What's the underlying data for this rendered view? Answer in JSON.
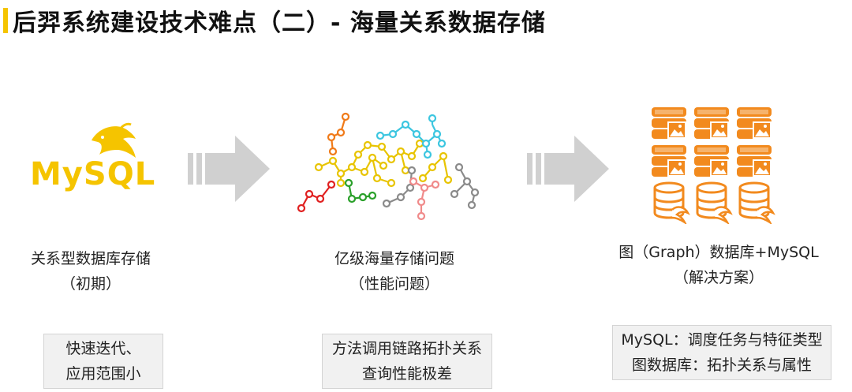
{
  "header": {
    "title": "后羿系统建设技术难点（二）- 海量关系数据存储",
    "accent_color": "#f5c400"
  },
  "colors": {
    "mysql_yellow": "#f5c400",
    "arrow_gray": "#d0d0d0",
    "db_orange": "#f28a1e",
    "box_bg": "#f1f1f1"
  },
  "stage1": {
    "logo_text": "MySQL",
    "caption_line1": "关系型数据库存储",
    "caption_line2": "（初期）",
    "box_line1": "快速迭代、",
    "box_line2": "应用范围小"
  },
  "stage2": {
    "caption_line1": "亿级海量存储问题",
    "caption_line2": "（性能问题）",
    "box_line1": "方法调用链路拓扑关系",
    "box_line2": "查询性能极差"
  },
  "stage3": {
    "caption_line1": "图（Graph）数据库+MySQL",
    "caption_line2": "（解决方案）",
    "box_line1": "MySQL：调度任务与特征类型",
    "box_line2": "图数据库：拓扑关系与属性"
  },
  "icons": [
    "mysql-dolphin-icon",
    "arrow-right-icon",
    "graph-network-icon",
    "image-database-icon",
    "mysql-database-icon"
  ]
}
